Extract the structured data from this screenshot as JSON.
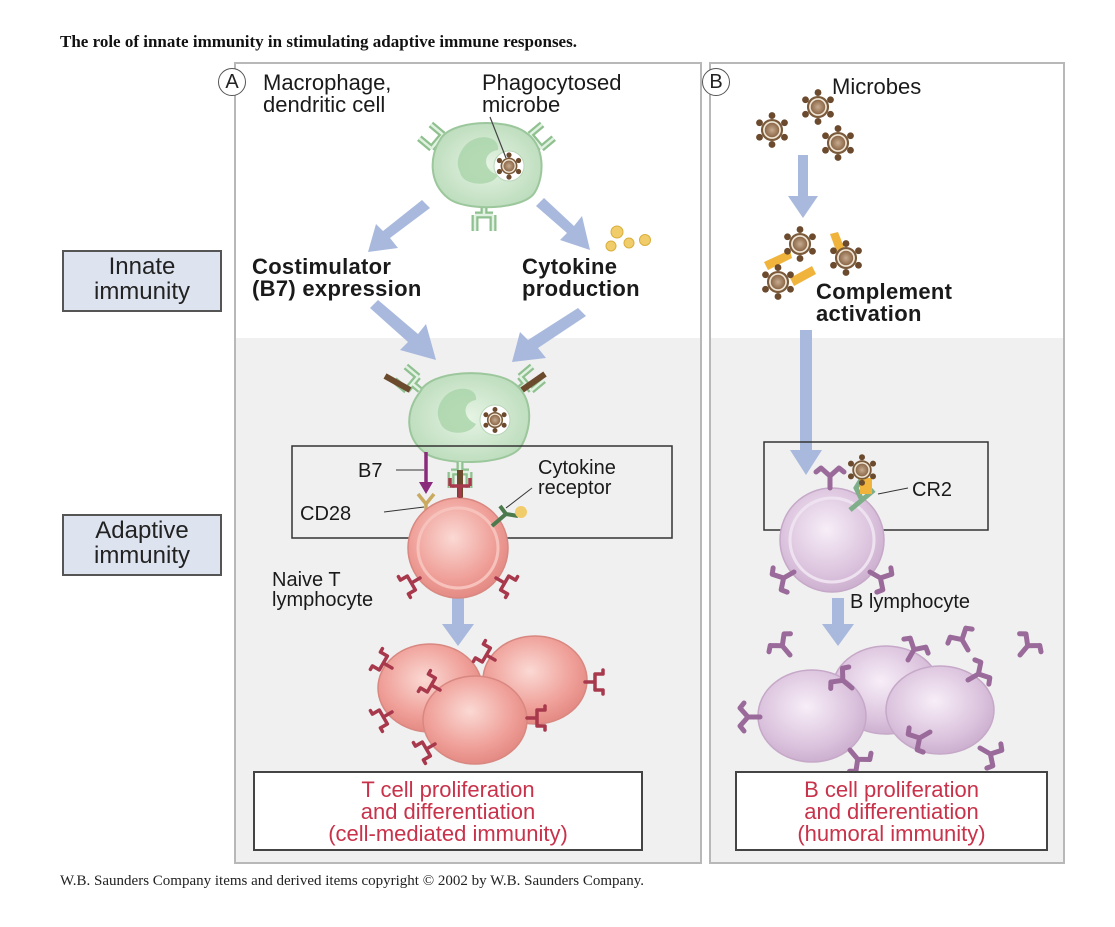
{
  "title": "The role of innate immunity in stimulating adaptive immune responses.",
  "copyright": "W.B. Saunders Company items and derived items copyright © 2002 by W.B. Saunders Company.",
  "side_labels": {
    "innate": [
      "Innate",
      "immunity"
    ],
    "adaptive": [
      "Adaptive",
      "immunity"
    ]
  },
  "panel_a": {
    "marker": "A",
    "macrophage_label": [
      "Macrophage,",
      "dendritic cell"
    ],
    "phagocytosed_label": [
      "Phagocytosed",
      "microbe"
    ],
    "costimulator_label": [
      "Costimulator",
      "(B7) expression"
    ],
    "cytokine_label": [
      "Cytokine",
      "production"
    ],
    "b7_label": "B7",
    "cd28_label": "CD28",
    "cytokine_receptor_label": [
      "Cytokine",
      "receptor"
    ],
    "naive_t_label": [
      "Naive T",
      "lymphocyte"
    ],
    "outcome": [
      "T cell proliferation",
      "and differentiation",
      "(cell-mediated immunity)"
    ]
  },
  "panel_b": {
    "marker": "B",
    "microbes_label": "Microbes",
    "complement_label": [
      "Complement",
      "activation"
    ],
    "cr2_label": "CR2",
    "b_lymphocyte_label": "B lymphocyte",
    "outcome": [
      "B cell proliferation",
      "and differentiation",
      "(humoral immunity)"
    ]
  },
  "colors": {
    "arrow": "#a9b9dd",
    "macrophage": "#cde8cd",
    "t_cell": "#efa3a0",
    "b_cell": "#dcc6de",
    "microbe": "#8a6a4a",
    "receptor_t": "#a8384c",
    "receptor_b": "#9a6a9a",
    "complement": "#f0b43c",
    "outcome_text": "#c8324a",
    "label_box": "#dde4f0"
  }
}
